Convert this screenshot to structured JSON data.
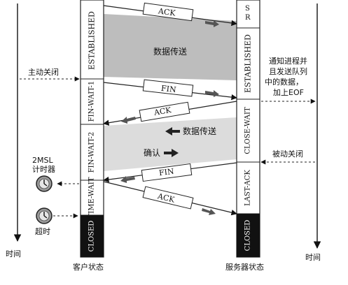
{
  "client": {
    "states": [
      "ESTABLISHED",
      "FIN-WAIT-1",
      "FIN-WAIT-2",
      "TIME-WAIT",
      "CLOSED"
    ],
    "label": "客户状态",
    "active_close": "主动关闭",
    "timer": "2MSL\n计时器",
    "timeout": "超时",
    "time_axis": "时间"
  },
  "server": {
    "states": [
      "ESTABLISHED",
      "CLOSE-WAIT",
      "LAST-ACK",
      "CLOSED"
    ],
    "label": "服务器状态",
    "notify": [
      "通知进程并",
      "且发送队列",
      "中的数据，",
      "加上EOF"
    ],
    "passive_close": "被动关闭",
    "time_axis": "时间",
    "top_letters": [
      "S",
      "R"
    ]
  },
  "segments": {
    "ack_top": "ACK",
    "fin1": "FIN",
    "ack1": "ACK",
    "fin2": "FIN",
    "ack2": "ACK"
  },
  "regions": {
    "data_transfer_1": "数据传送",
    "data_transfer_2": "数据传送",
    "confirm": "确认"
  }
}
